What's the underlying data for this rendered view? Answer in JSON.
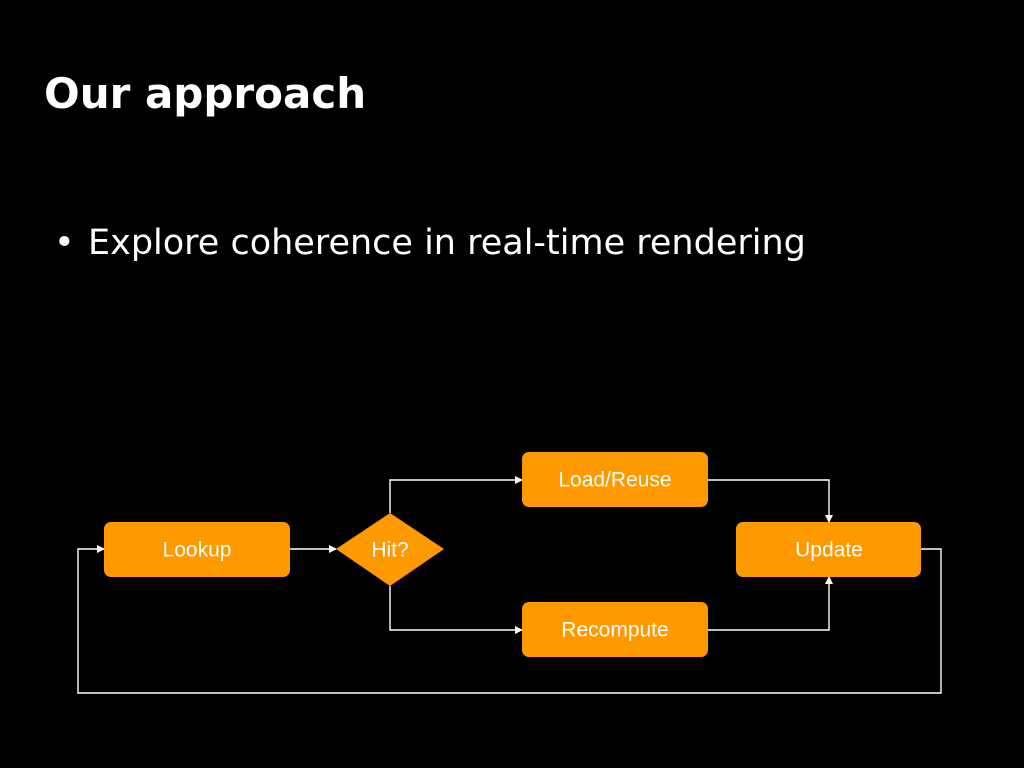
{
  "slide": {
    "title": "Our approach",
    "bullets": [
      {
        "marker": "•",
        "text": "Explore coherence in real-time rendering"
      }
    ]
  },
  "flowchart": {
    "node_color": "#FF9900",
    "line_color": "#FFFFFF",
    "nodes": {
      "lookup": {
        "label": "Lookup",
        "shape": "rounded-rect"
      },
      "hit": {
        "label": "Hit?",
        "shape": "diamond"
      },
      "load_reuse": {
        "label": "Load/Reuse",
        "shape": "rounded-rect"
      },
      "recompute": {
        "label": "Recompute",
        "shape": "rounded-rect"
      },
      "update": {
        "label": "Update",
        "shape": "rounded-rect"
      }
    },
    "edges": [
      {
        "from": "lookup",
        "to": "hit"
      },
      {
        "from": "hit",
        "to": "load_reuse"
      },
      {
        "from": "hit",
        "to": "recompute"
      },
      {
        "from": "load_reuse",
        "to": "update"
      },
      {
        "from": "recompute",
        "to": "update"
      },
      {
        "from": "update",
        "to": "lookup"
      }
    ]
  }
}
